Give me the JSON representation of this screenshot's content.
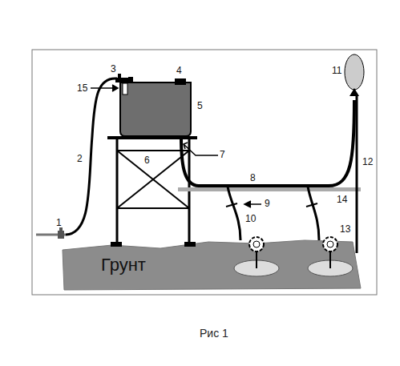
{
  "diagram": {
    "caption": "Рис 1",
    "nodes": [
      {
        "text": [
          "Грунт"
        ]
      }
    ],
    "edges": [],
    "labels": [
      "1",
      "2",
      "3",
      "4",
      "5",
      "6",
      "7",
      "8",
      "9",
      "10",
      "11",
      "12",
      "13",
      "14",
      "15"
    ]
  }
}
